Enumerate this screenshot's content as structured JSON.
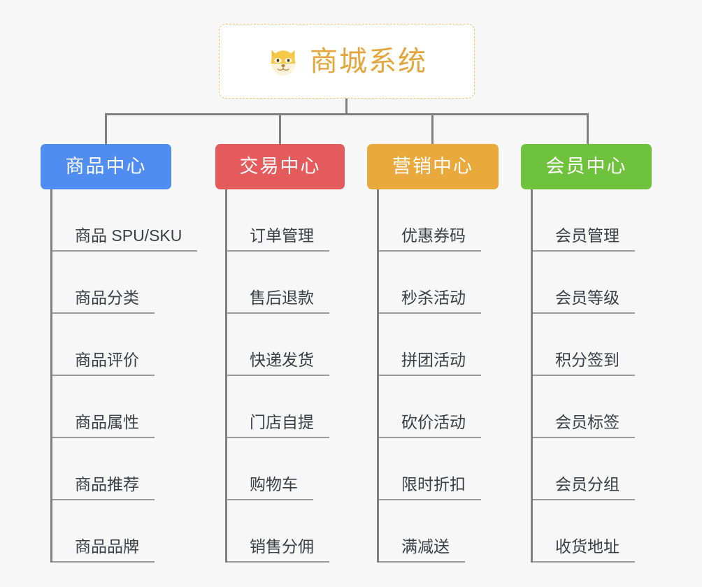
{
  "page": {
    "background_color": "#f7f7f7",
    "connector_color": "#808080",
    "leaf_text_color": "#3b3e45",
    "leaf_underline_color": "#9a9a9a"
  },
  "root": {
    "title": "商城系统",
    "icon": "shiba-dog-face-icon",
    "text_color": "#e3a53c",
    "border_color": "#f0c368",
    "background_color": "#ffffff"
  },
  "branches": [
    {
      "id": "product-center",
      "label": "商品中心",
      "color": "#4f8ef0",
      "items": [
        "商品 SPU/SKU",
        "商品分类",
        "商品评价",
        "商品属性",
        "商品推荐",
        "商品品牌"
      ]
    },
    {
      "id": "trade-center",
      "label": "交易中心",
      "color": "#e55b5b",
      "items": [
        "订单管理",
        "售后退款",
        "快递发货",
        "门店自提",
        "购物车",
        "销售分佣"
      ]
    },
    {
      "id": "marketing-center",
      "label": "营销中心",
      "color": "#eaa93c",
      "items": [
        "优惠券码",
        "秒杀活动",
        "拼团活动",
        "砍价活动",
        "限时折扣",
        "满减送"
      ]
    },
    {
      "id": "member-center",
      "label": "会员中心",
      "color": "#6fc33c",
      "items": [
        "会员管理",
        "会员等级",
        "积分签到",
        "会员标签",
        "会员分组",
        "收货地址"
      ]
    }
  ]
}
